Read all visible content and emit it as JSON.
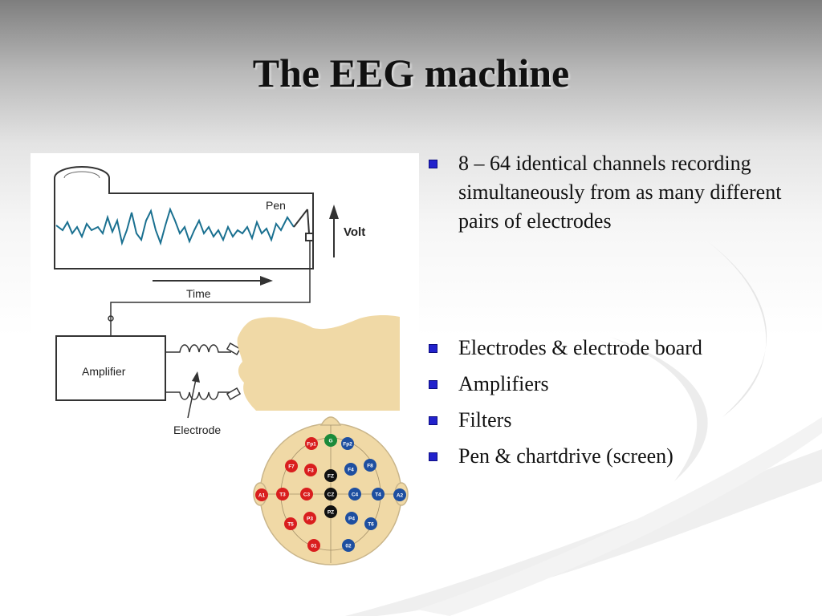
{
  "slide": {
    "title": "The EEG machine",
    "bullets": [
      "8 – 64 identical channels recording simultaneously from as many different pairs of electrodes",
      "Electrodes & electrode board",
      "Amplifiers",
      "Filters",
      "Pen & chartdrive (screen)"
    ]
  },
  "diagram": {
    "labels": {
      "pen": "Pen",
      "volt": "Volt",
      "time": "Time",
      "amplifier": "Amplifier",
      "electrode": "Electrode"
    }
  },
  "electrode_map": {
    "electrodes": [
      {
        "id": "G",
        "color": "green"
      },
      {
        "id": "Fp1",
        "color": "red"
      },
      {
        "id": "Fp2",
        "color": "blue"
      },
      {
        "id": "F7",
        "color": "red"
      },
      {
        "id": "F3",
        "color": "red"
      },
      {
        "id": "FZ",
        "color": "black"
      },
      {
        "id": "F4",
        "color": "blue"
      },
      {
        "id": "F8",
        "color": "blue"
      },
      {
        "id": "A1",
        "color": "red"
      },
      {
        "id": "T3",
        "color": "red"
      },
      {
        "id": "C3",
        "color": "red"
      },
      {
        "id": "CZ",
        "color": "black"
      },
      {
        "id": "C4",
        "color": "blue"
      },
      {
        "id": "T4",
        "color": "blue"
      },
      {
        "id": "A2",
        "color": "blue"
      },
      {
        "id": "PZ",
        "color": "black"
      },
      {
        "id": "P3",
        "color": "red"
      },
      {
        "id": "P4",
        "color": "blue"
      },
      {
        "id": "T5",
        "color": "red"
      },
      {
        "id": "T6",
        "color": "blue"
      },
      {
        "id": "01",
        "color": "red"
      },
      {
        "id": "02",
        "color": "blue"
      }
    ]
  },
  "colors": {
    "bullet": "#2222cc",
    "trace": "#1a7090",
    "head_skin": "#f0d9a6",
    "electrode_red": "#d91e1e",
    "electrode_blue": "#1e4fa0",
    "electrode_black": "#111111",
    "electrode_green": "#1a8a3a"
  }
}
